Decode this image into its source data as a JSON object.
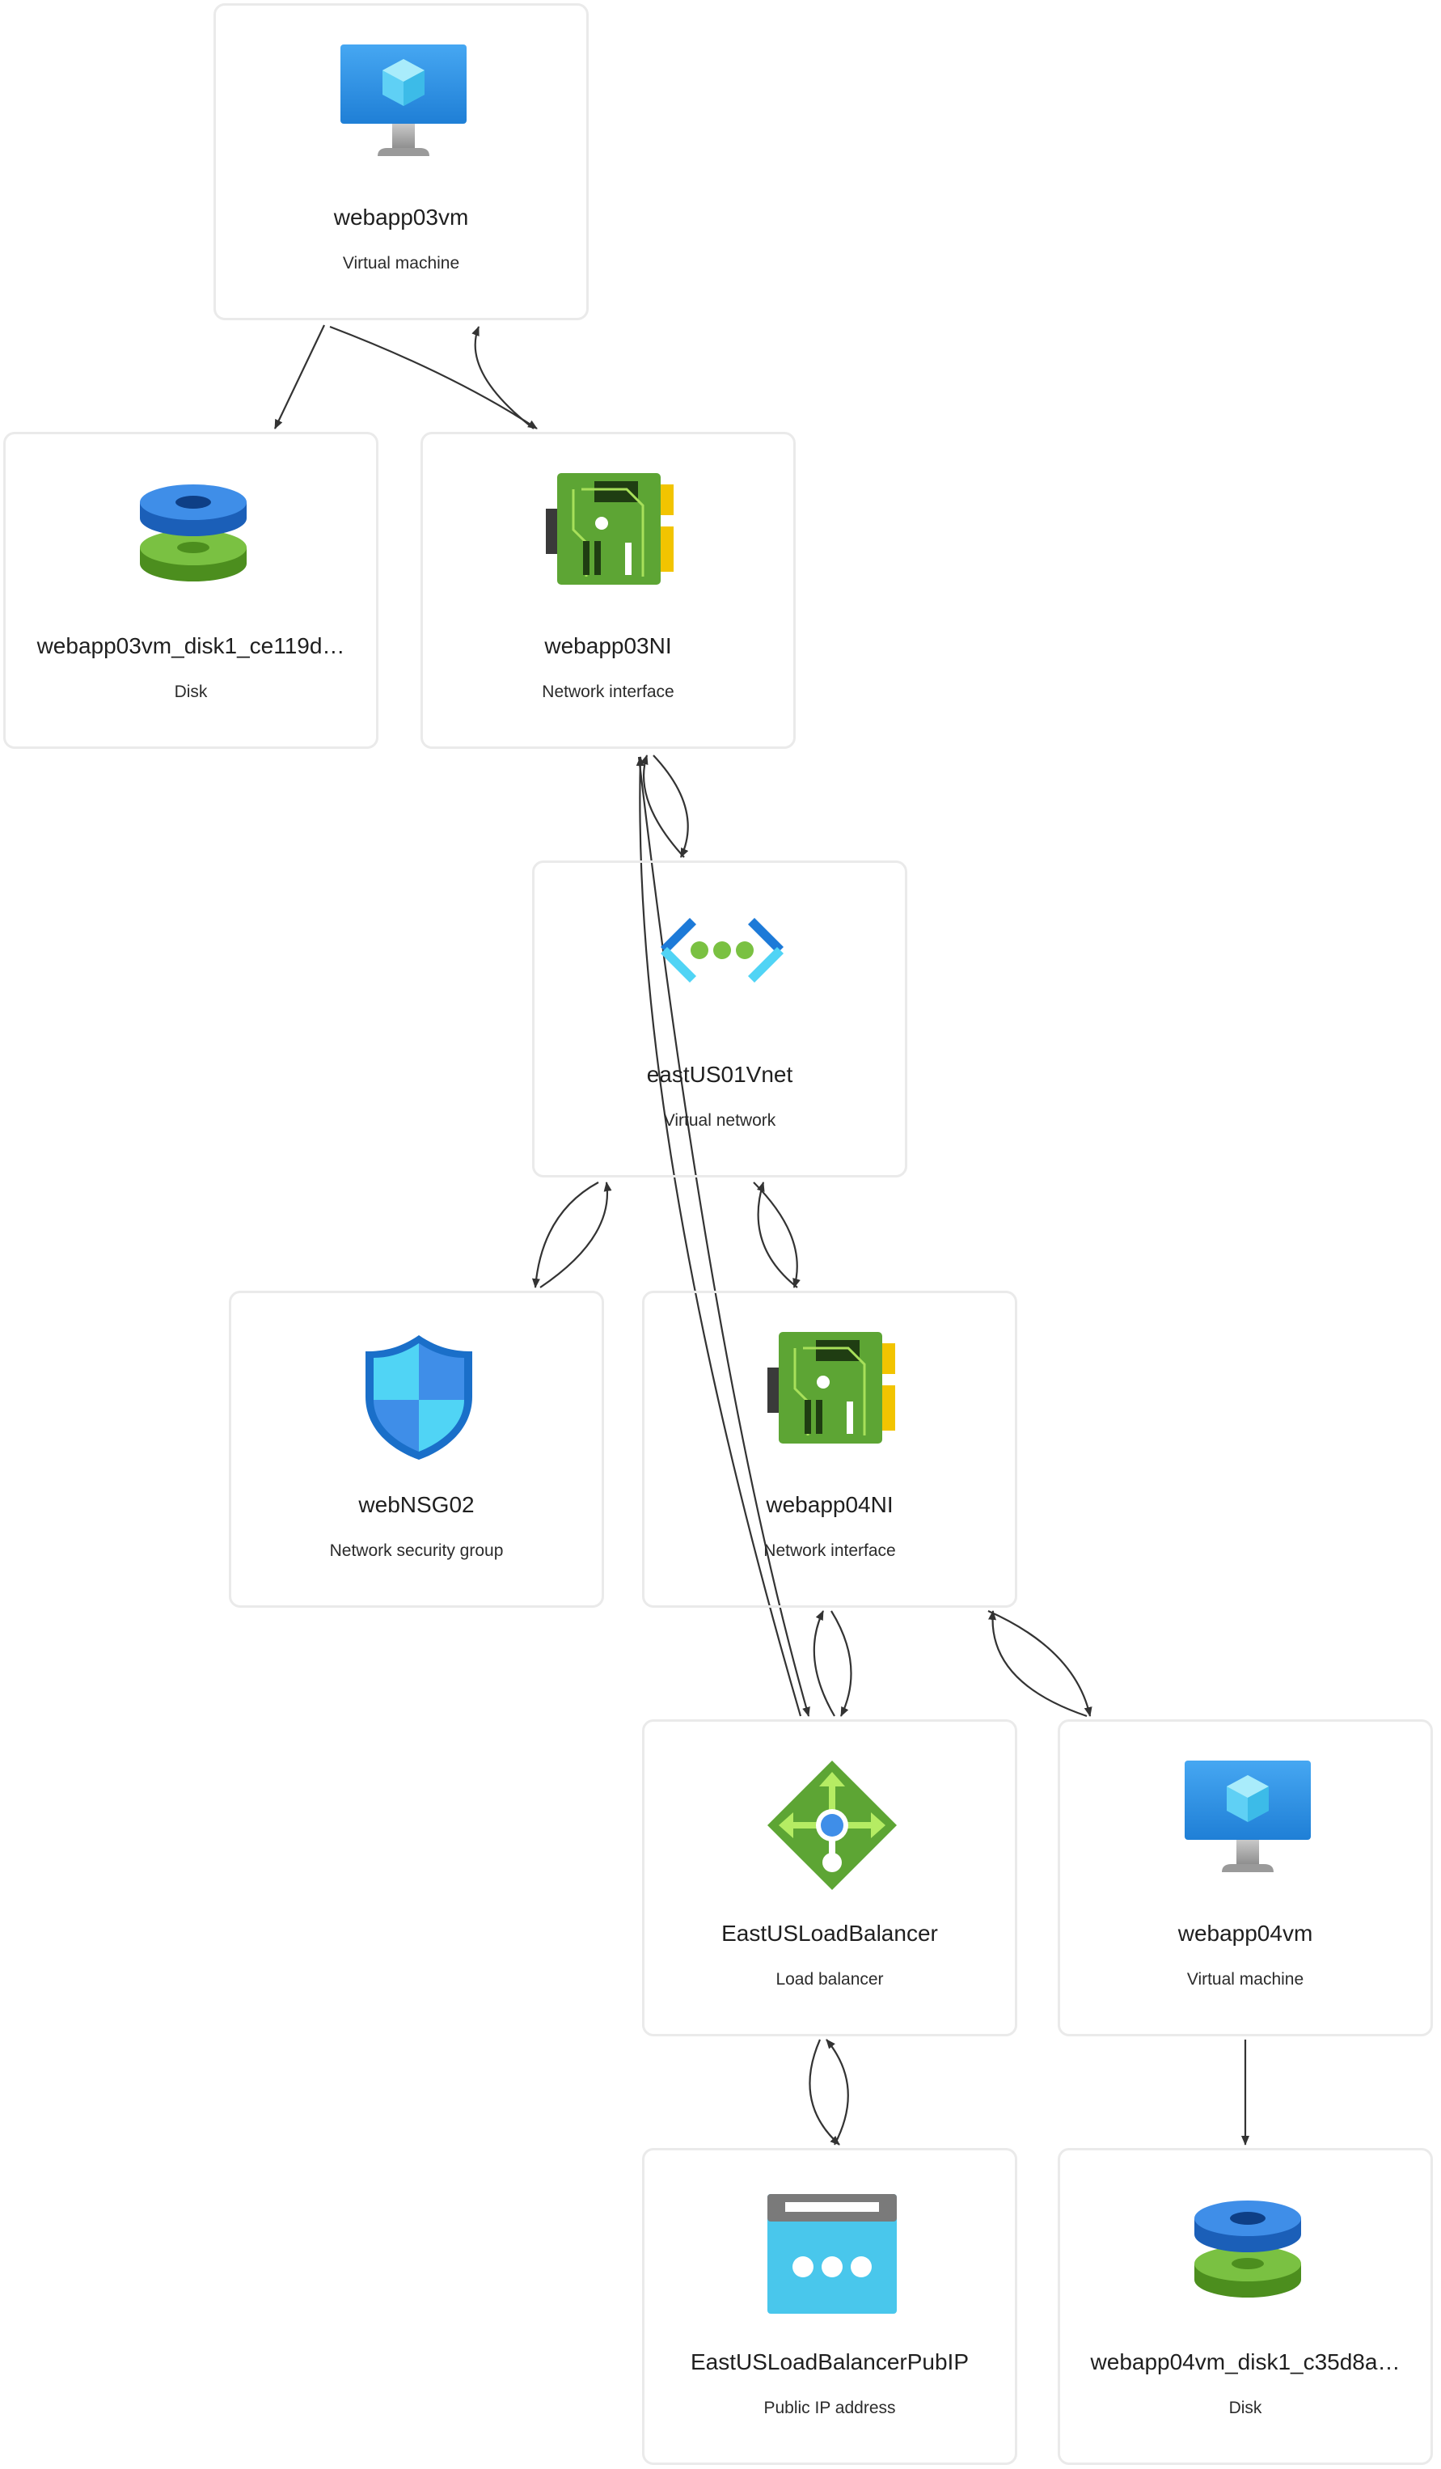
{
  "colors": {
    "card_border": "#eaeaea",
    "edge": "#333333",
    "title_text": "#1f1f1f",
    "subtitle_text": "#2b2b2b"
  },
  "nodes": [
    {
      "id": "webapp03vm",
      "title": "webapp03vm",
      "subtitle": "Virtual machine",
      "icon": "virtual-machine-icon"
    },
    {
      "id": "webapp03vm_disk",
      "title": "webapp03vm_disk1_ce119d…",
      "subtitle": "Disk",
      "icon": "disk-icon"
    },
    {
      "id": "webapp03NI",
      "title": "webapp03NI",
      "subtitle": "Network interface",
      "icon": "network-interface-icon"
    },
    {
      "id": "eastUS01Vnet",
      "title": "eastUS01Vnet",
      "subtitle": "Virtual network",
      "icon": "virtual-network-icon"
    },
    {
      "id": "webNSG02",
      "title": "webNSG02",
      "subtitle": "Network security group",
      "icon": "network-security-group-icon"
    },
    {
      "id": "webapp04NI",
      "title": "webapp04NI",
      "subtitle": "Network interface",
      "icon": "network-interface-icon"
    },
    {
      "id": "EastUSLoadBalancer",
      "title": "EastUSLoadBalancer",
      "subtitle": "Load balancer",
      "icon": "load-balancer-icon"
    },
    {
      "id": "webapp04vm",
      "title": "webapp04vm",
      "subtitle": "Virtual machine",
      "icon": "virtual-machine-icon"
    },
    {
      "id": "EastUSLoadBalancerPubIP",
      "title": "EastUSLoadBalancerPubIP",
      "subtitle": "Public IP address",
      "icon": "public-ip-icon"
    },
    {
      "id": "webapp04vm_disk",
      "title": "webapp04vm_disk1_c35d8a…",
      "subtitle": "Disk",
      "icon": "disk-icon"
    }
  ],
  "edges": [
    {
      "from": "webapp03vm",
      "to": "webapp03vm_disk"
    },
    {
      "from": "webapp03vm",
      "to": "webapp03NI"
    },
    {
      "from": "webapp03NI",
      "to": "webapp03vm"
    },
    {
      "from": "webapp03NI",
      "to": "eastUS01Vnet"
    },
    {
      "from": "eastUS01Vnet",
      "to": "webapp03NI"
    },
    {
      "from": "webapp03NI",
      "to": "EastUSLoadBalancer"
    },
    {
      "from": "EastUSLoadBalancer",
      "to": "webapp03NI"
    },
    {
      "from": "eastUS01Vnet",
      "to": "webNSG02"
    },
    {
      "from": "webNSG02",
      "to": "eastUS01Vnet"
    },
    {
      "from": "eastUS01Vnet",
      "to": "webapp04NI"
    },
    {
      "from": "webapp04NI",
      "to": "eastUS01Vnet"
    },
    {
      "from": "webapp04NI",
      "to": "EastUSLoadBalancer"
    },
    {
      "from": "EastUSLoadBalancer",
      "to": "webapp04NI"
    },
    {
      "from": "webapp04NI",
      "to": "webapp04vm"
    },
    {
      "from": "webapp04vm",
      "to": "webapp04NI"
    },
    {
      "from": "EastUSLoadBalancer",
      "to": "EastUSLoadBalancerPubIP"
    },
    {
      "from": "EastUSLoadBalancerPubIP",
      "to": "EastUSLoadBalancer"
    },
    {
      "from": "webapp04vm",
      "to": "webapp04vm_disk"
    }
  ]
}
